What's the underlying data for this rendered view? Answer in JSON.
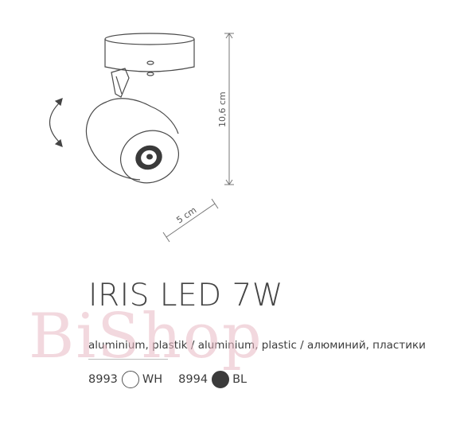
{
  "product": {
    "name": "IRIS LED 7W",
    "materials": "aluminium, plastik / aluminium, plastic / алюминий, пластики",
    "variants": [
      {
        "code": "8993",
        "color_label": "WH",
        "swatch": "#ffffff"
      },
      {
        "code": "8994",
        "color_label": "BL",
        "swatch": "#3b3b3b"
      }
    ]
  },
  "dimensions": {
    "height_label": "10,6 cm",
    "width_label": "5 cm"
  },
  "watermark": "BiShop",
  "colors": {
    "line": "#5a5a5a",
    "dimension": "#666666",
    "watermark": "#e9b9c4"
  }
}
